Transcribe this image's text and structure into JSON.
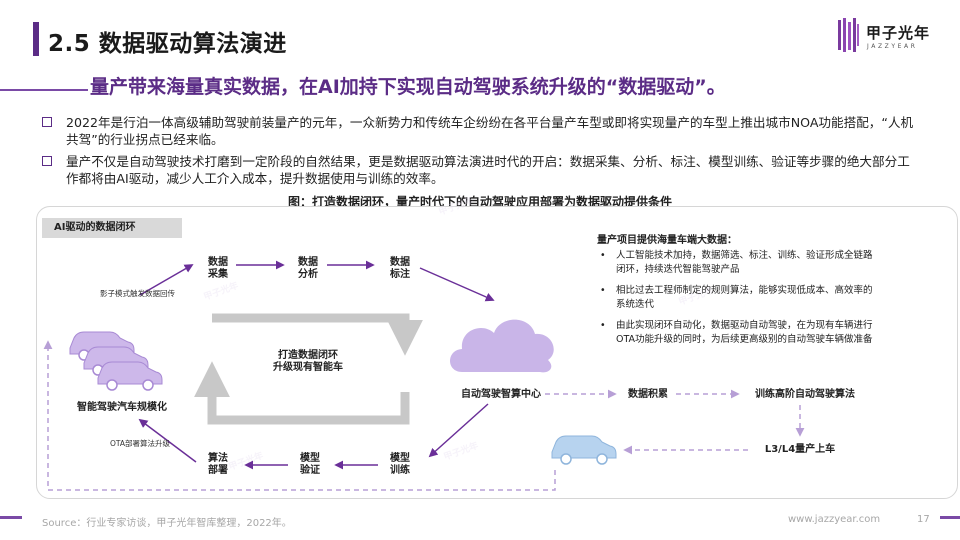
{
  "header": {
    "title": "2.5 数据驱动算法演进",
    "logo_cn": "甲子光年",
    "logo_en": "JAZZYEAR"
  },
  "subtitle": "量产带来海量真实数据，在AI加持下实现自动驾驶系统升级的“数据驱动”。",
  "bullets": [
    {
      "text": "2022年是行泊一体高级辅助驾驶前装量产的元年，一众新势力和传统车企纷纷在各平台量产车型或即将实现量产的车型上推出城市NOA功能搭配，“人机共驾”的行业拐点已经来临。"
    },
    {
      "text": "量产不仅是自动驾驶技术打磨到一定阶段的自然结果，更是数据驱动算法演进时代的开启：数据采集、分析、标注、模型训练、验证等步骤的绝大部分工作都将由AI驱动，减少人工介入成本，提升数据使用与训练的效率。"
    }
  ],
  "figure": {
    "caption": "图：打造数据闭环，量产时代下的自动驾驶应用部署为数据驱动提供条件",
    "tag": "AI驱动的数据闭环",
    "nodes": {
      "collect": [
        "数据",
        "采集"
      ],
      "analyze": [
        "数据",
        "分析"
      ],
      "label": [
        "数据",
        "标注"
      ],
      "train": [
        "模型",
        "训练"
      ],
      "verify": [
        "模型",
        "验证"
      ],
      "deploy": [
        "算法",
        "部署"
      ],
      "center": "自动驾驶智算中心",
      "fleet": "智能驾驶汽车规模化",
      "accumulate": "数据积累",
      "train_adv": "训练高阶自动驾驶算法",
      "l3l4": "L3/L4量产上车"
    },
    "loop_center": [
      "打造数据闭环",
      "升级现有智能车"
    ],
    "edge_labels": {
      "shadow": "影子模式触发数据回传",
      "ota": "OTA部署算法升级"
    },
    "right_panel": {
      "title": "量产项目提供海量车端大数据：",
      "items": [
        "人工智能技术加持，数据筛选、标注、训练、验证形成全链路闭环，持续迭代智能驾驶产品",
        "相比过去工程师制定的规则算法，能够实现低成本、高效率的系统迭代",
        "由此实现闭环自动化，数据驱动自动驾驶，在为现有车辆进行OTA功能升级的同时，为后续更高级别的自动驾驶车辆做准备"
      ]
    }
  },
  "footer": {
    "source": "Source：行业专家访谈，甲子光年智库整理，2022年。",
    "url": "www.jazzyear.com",
    "page": "17"
  },
  "colors": {
    "brand_purple": "#5b2c86",
    "arrow_purple": "#6a2f98",
    "cloud_fill": "#c9b5e8",
    "car_fill": "#cdb8ea",
    "car_blue": "#b7d3ef",
    "loop_gray": "#c8c8c8"
  }
}
